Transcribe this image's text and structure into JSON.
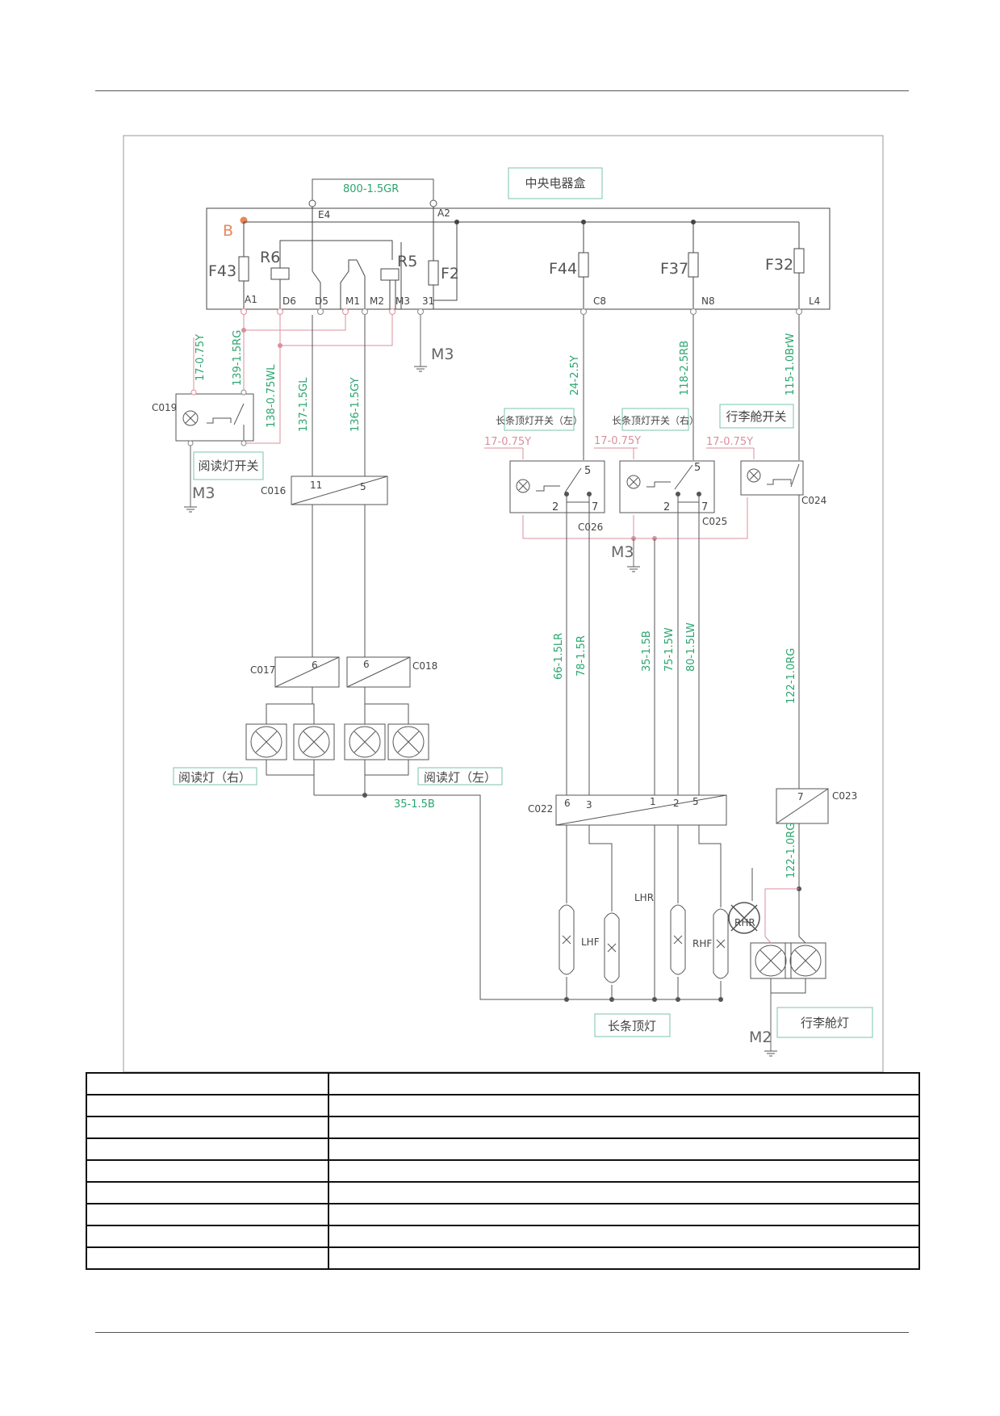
{
  "labels": {
    "box_title": "中央电器盒",
    "wire_top": "800-1.5GR",
    "bat": "B",
    "e4": "E4",
    "a2": "A2",
    "f43": "F43",
    "r6": "R6",
    "r5": "R5",
    "f2": "F2",
    "f44": "F44",
    "f37": "F37",
    "f32": "F32",
    "pin_a1": "A1",
    "pin_d6": "D6",
    "pin_d5": "D5",
    "pin_m1": "M1",
    "pin_m2": "M2",
    "pin_m3": "M3",
    "pin_31": "31",
    "pin_c8": "C8",
    "pin_n8": "N8",
    "pin_l4": "L4",
    "gnd_m3_top": "M3",
    "gnd_m3_left": "M3",
    "gnd_m3_mid": "M3",
    "gnd_m2": "M2",
    "w_17_075y": "17-0.75Y",
    "w_139": "139-1.5RG",
    "w_138": "138-0.75WL",
    "w_137": "137-1.5GL",
    "w_136": "136-1.5GY",
    "w_24": "24-2.5Y",
    "w_118": "118-2.5RB",
    "w_115": "115-1.0BrW",
    "w_17a": "17-0.75Y",
    "w_17b": "17-0.75Y",
    "w_17c": "17-0.75Y",
    "c019": "C019",
    "reading_sw": "阅读灯开关",
    "c016": "C016",
    "c016_11": "11",
    "c016_5": "5",
    "sw_left": "长条顶灯开关（左）",
    "sw_right": "长条顶灯开关（右）",
    "trunk_sw": "行李舱开关",
    "c026": "C026",
    "c025": "C025",
    "c024": "C024",
    "p5a": "5",
    "p2a": "2",
    "p7a": "7",
    "p5b": "5",
    "p2b": "2",
    "p7b": "7",
    "w_66": "66-1.5LR",
    "w_78": "78-1.5R",
    "w_35a": "35-1.5B",
    "w_75": "75-1.5W",
    "w_80": "80-1.5LW",
    "w_122a": "122-1.0RG",
    "c017": "C017",
    "c018": "C018",
    "c017_6": "6",
    "c018_6": "6",
    "reading_r": "阅读灯（右）",
    "reading_l": "阅读灯（左）",
    "w_35b": "35-1.5B",
    "c022": "C022",
    "c022_6": "6",
    "c022_3": "3",
    "c022_1": "1",
    "c022_2": "2",
    "c022_5": "5",
    "c023": "C023",
    "c023_7": "7",
    "w_122b": "122-1.0RG",
    "lhr": "LHR",
    "lhf": "LHF",
    "rhf": "RHF",
    "rhr": "RHR",
    "long_lamp": "长条顶灯",
    "trunk_lamp": "行李舱灯"
  },
  "table_rows": [
    [
      "",
      ""
    ],
    [
      "",
      ""
    ],
    [
      "",
      ""
    ],
    [
      "",
      ""
    ],
    [
      "",
      ""
    ],
    [
      "",
      ""
    ],
    [
      "",
      ""
    ],
    [
      "",
      ""
    ],
    [
      "",
      ""
    ]
  ]
}
